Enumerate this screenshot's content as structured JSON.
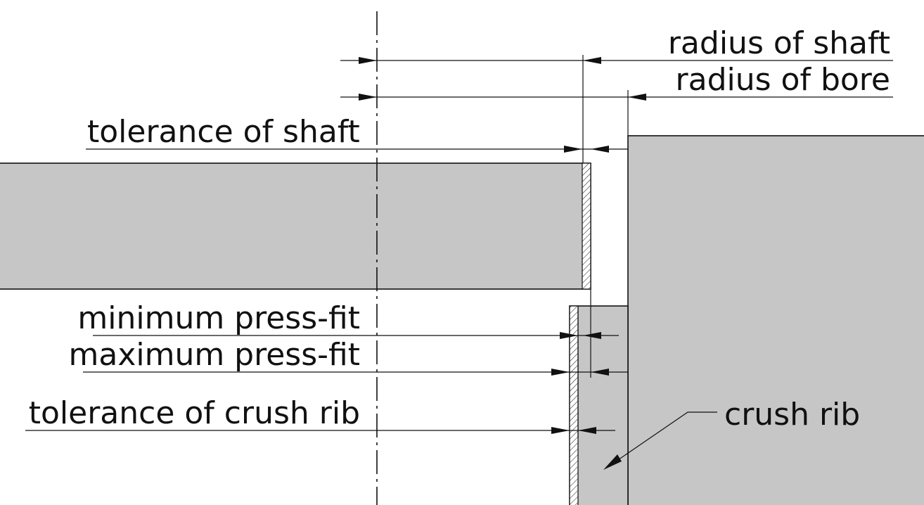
{
  "diagram": {
    "labels": {
      "radius_of_shaft": "radius of shaft",
      "radius_of_bore": "radius of bore",
      "tolerance_of_shaft": "tolerance of shaft",
      "minimum_press_fit": "minimum press-fit",
      "maximum_press_fit": "maximum press-fit",
      "tolerance_of_crush_rib": "tolerance of crush rib",
      "crush_rib": "crush rib"
    },
    "colors": {
      "part_fill": "#c6c6c6",
      "line": "#111111",
      "background": "#ffffff"
    }
  }
}
